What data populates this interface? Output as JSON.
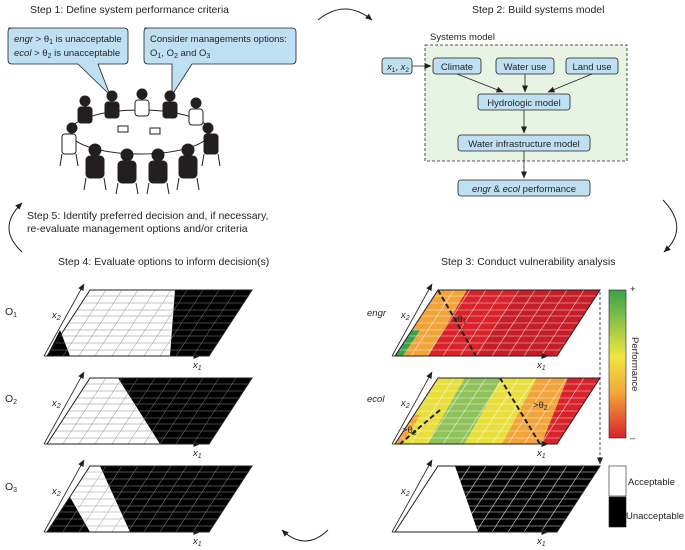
{
  "steps": {
    "s1": "Step 1: Define system performance criteria",
    "s2": "Step 2: Build systems model",
    "s3": "Step 3: Conduct vulnerability analysis",
    "s4": "Step 4: Evaluate options to inform decision(s)",
    "s5_line1": "Step 5: Identify preferred decision and, if necessary,",
    "s5_line2": "re-evaluate management options and/or criteria"
  },
  "bubbles": {
    "criteria": {
      "line1_var": "engr",
      "line1_rest": " > θ",
      "line1_sub": "1",
      "line1_end": " is unacceptable",
      "line2_var": "ecol",
      "line2_rest": " > θ",
      "line2_sub": "2",
      "line2_end": " is unacceptable"
    },
    "options": {
      "line1": "Consider managements options:",
      "o": "O",
      "sub1": "1",
      "sub2": "2",
      "sub3": "3",
      "comma": ", ",
      "and": " and "
    }
  },
  "systems_model": {
    "title": "Systems model",
    "input_x": "x",
    "input_sub1": "1",
    "input_sub2": "2",
    "input_comma": ", ",
    "climate": "Climate",
    "water_use": "Water use",
    "land_use": "Land use",
    "hydrologic": "Hydrologic model",
    "infrastructure": "Water infrastructure model",
    "perf_engr": "engr",
    "perf_amp": " & ",
    "perf_ecol": "ecol",
    "perf_end": " performance"
  },
  "vuln": {
    "engr_label": "engr",
    "ecol_label": "ecol",
    "threshold_engr": ">θ",
    "threshold_engr_sub": "1",
    "threshold_ecol": ">θ",
    "threshold_ecol_sub": "2"
  },
  "options_labels": {
    "o": "O",
    "o1_sub": "1",
    "o2_sub": "2",
    "o3_sub": "3"
  },
  "axes": {
    "x": "x",
    "x1_sub": "1",
    "x2_sub": "2"
  },
  "legend": {
    "performance": "Performance",
    "plus": "+",
    "minus": "–",
    "acceptable": "Acceptable",
    "unacceptable": "Unacceptable",
    "colors": {
      "high": "#37a34a",
      "mid": "#f1e640",
      "low": "#d8232a",
      "acceptable": "#ffffff",
      "unacceptable": "#000000"
    }
  },
  "colors": {
    "box_fill": "#bfe0f3",
    "panel_fill": "#e7f3e3"
  }
}
